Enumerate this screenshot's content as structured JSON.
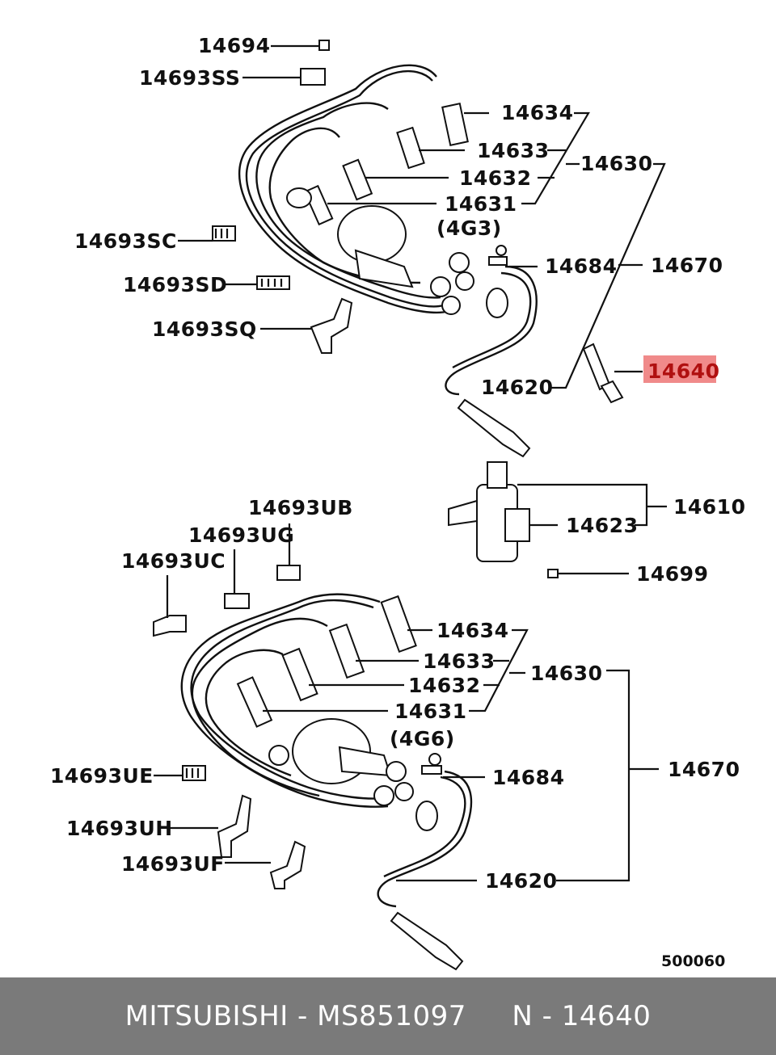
{
  "labels": {
    "p14694": "14694",
    "p14693SS": "14693SS",
    "p14634a": "14634",
    "p14633a": "14633",
    "p14630a": "14630",
    "p14632a": "14632",
    "p14631a": "14631",
    "engine_a": "(4G3)",
    "p14693SC": "14693SC",
    "p14684a": "14684",
    "p14670a": "14670",
    "p14693SD": "14693SD",
    "p14693SQ": "14693SQ",
    "p14640": "14640",
    "p14620a": "14620",
    "p14610": "14610",
    "p14623": "14623",
    "p14699": "14699",
    "p14693UB": "14693UB",
    "p14693UG": "14693UG",
    "p14693UC": "14693UC",
    "p14634b": "14634",
    "p14633b": "14633",
    "p14630b": "14630",
    "p14632b": "14632",
    "p14631b": "14631",
    "engine_b": "(4G6)",
    "p14693UE": "14693UE",
    "p14684b": "14684",
    "p14670b": "14670",
    "p14693UH": "14693UH",
    "p14693UF": "14693UF",
    "p14620b": "14620",
    "diagram_code": "500060"
  },
  "highlight_color": "#f08a8a",
  "footer": {
    "brand": "MITSUBISHI",
    "part_number": "MS851097",
    "ref": "N - 14640",
    "separator": " - "
  }
}
